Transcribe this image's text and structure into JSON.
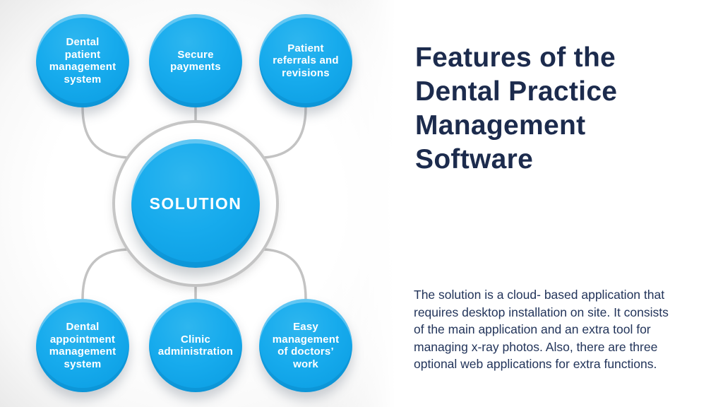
{
  "slide": {
    "title": "Features of the\nDental Practice\nManagement\nSoftware",
    "description": "The solution is a cloud- based application that\nrequires desktop installation on site. It consists\nof the main application and an extra tool for\nmanaging x-ray photos. Also, there are three\noptional web applications for extra functions."
  },
  "diagram": {
    "center_label": "SOLUTION",
    "nodes": [
      {
        "id": "dental-patient-management-system",
        "label": "Dental\npatient\nmanagement\nsystem"
      },
      {
        "id": "secure-payments",
        "label": "Secure\npayments"
      },
      {
        "id": "patient-referrals-and-revisions",
        "label": "Patient\nreferrals and\nrevisions"
      },
      {
        "id": "dental-appointment-management-system",
        "label": "Dental\nappointment\nmanagement\nsystem"
      },
      {
        "id": "clinic-administration",
        "label": "Clinic\nadministration"
      },
      {
        "id": "easy-management-of-doctors-work",
        "label": "Easy\nmanagement\nof doctors’\nwork"
      }
    ],
    "colors": {
      "node_fill": "#14a9ec",
      "node_highlight": "#4cc3f2",
      "node_rim_dark": "#0d8fd2",
      "node_text": "#ffffff",
      "connector": "#c3c3c3",
      "ring_stroke": "#c6c6c6",
      "ring_fill": "#ffffff",
      "title_text": "#1c2b4d"
    }
  }
}
